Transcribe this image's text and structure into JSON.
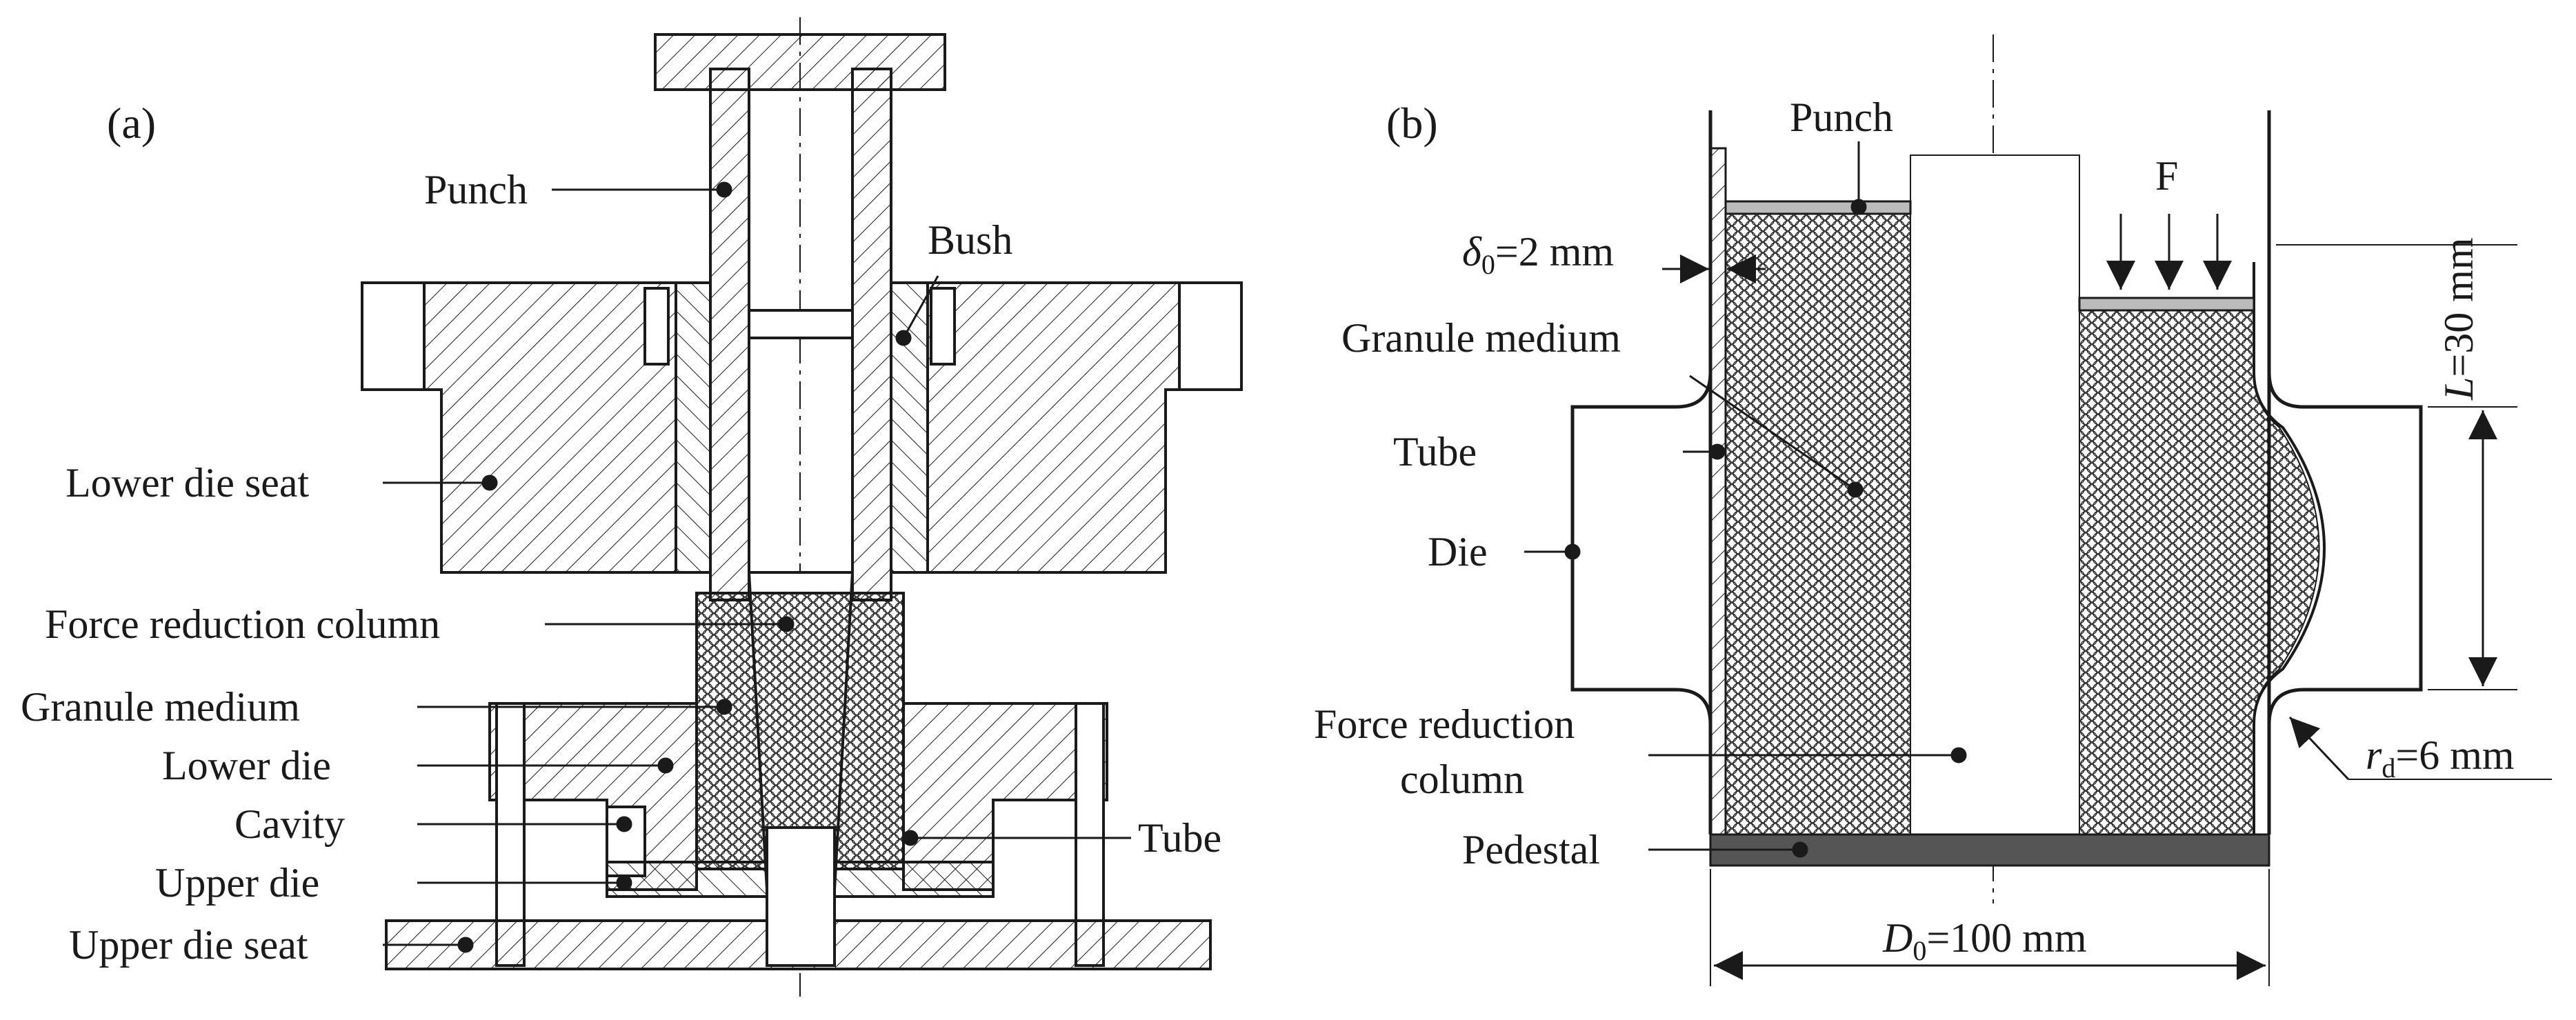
{
  "panel_a": {
    "tag": "(a)",
    "labels": {
      "punch": "Punch",
      "bush": "Bush",
      "lower_die_seat": "Lower die seat",
      "force_reduction_column": "Force reduction column",
      "granule_medium": "Granule medium",
      "lower_die": "Lower die",
      "cavity": "Cavity",
      "upper_die": "Upper  die",
      "upper_die_seat": "Upper die seat",
      "tube": "Tube"
    }
  },
  "panel_b": {
    "tag": "(b)",
    "labels": {
      "punch": "Punch",
      "force": "F",
      "granule_medium": "Granule medium",
      "tube": "Tube",
      "die": "Die",
      "force_reduction_column_1": "Force reduction",
      "force_reduction_column_2": "column",
      "pedestal": "Pedestal"
    },
    "dimensions": {
      "delta0_symbol": "δ",
      "delta0_sub": "0",
      "delta0_value": "=2 mm",
      "L_symbol": "L",
      "L_value": "=30 mm",
      "rd_symbol": "r",
      "rd_sub": "d",
      "rd_value": "=6 mm",
      "D0_symbol": "D",
      "D0_sub": "0",
      "D0_value": "=100 mm"
    }
  },
  "colors": {
    "line": "#1a1a1a",
    "pedestal": "#555555",
    "punch_plate": "#bbbbbb"
  }
}
